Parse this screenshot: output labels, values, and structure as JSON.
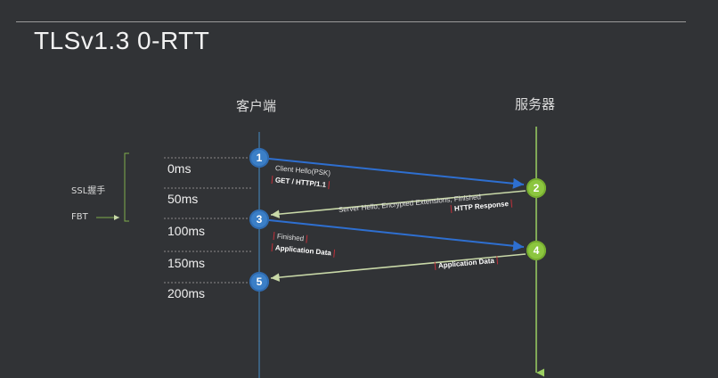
{
  "title": "TLSv1.3  0-RTT",
  "actors": {
    "client": "客户端",
    "server": "服务器"
  },
  "times": [
    "0ms",
    "50ms",
    "100ms",
    "150ms",
    "200ms"
  ],
  "side_labels": {
    "handshake": "SSL握手",
    "fbt": "FBT"
  },
  "nodes": [
    "1",
    "2",
    "3",
    "4",
    "5"
  ],
  "messages": {
    "m1_line1": "Client Hello(PSK)",
    "m1_line2": "GET / HTTP/1.1",
    "m2_line1": "Server Hello, Encrypted Extensions, Finished",
    "m2_line2": "HTTP Response",
    "m3_line1": "Finished",
    "m3_line2": "Application Data",
    "m4_line1": "Application Data"
  },
  "colors": {
    "client_to_server": "#2e6fd0",
    "server_to_client": "#c9d9a8",
    "client_lifeline": "#3f6f96",
    "server_lifeline": "#9bcf62",
    "node_blue": "#3b7fc7",
    "node_green": "#8cc63f",
    "bracket_highlight": "#c0303a"
  }
}
